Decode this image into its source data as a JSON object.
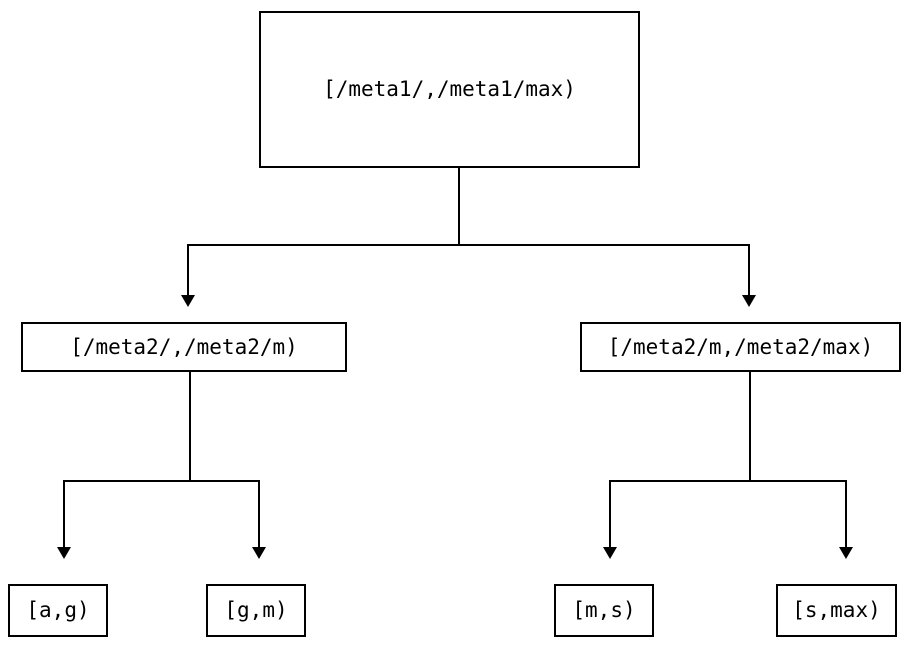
{
  "diagram": {
    "type": "tree",
    "title": "",
    "background_color": "#ffffff",
    "stroke_color": "#000000",
    "text_color": "#000000",
    "levels": 3,
    "nodes": {
      "root": {
        "label": "[/meta1/,/meta1/max)",
        "level": 0
      },
      "mid_left": {
        "label": "[/meta2/,/meta2/m)",
        "level": 1
      },
      "mid_right": {
        "label": "[/meta2/m,/meta2/max)",
        "level": 1
      },
      "leaf_1": {
        "label": "[a,g)",
        "level": 2
      },
      "leaf_2": {
        "label": "[g,m)",
        "level": 2
      },
      "leaf_3": {
        "label": "[m,s)",
        "level": 2
      },
      "leaf_4": {
        "label": "[s,max)",
        "level": 2
      }
    },
    "edges": [
      {
        "from": "root",
        "to": "mid_left",
        "arrow": "down-triangle"
      },
      {
        "from": "root",
        "to": "mid_right",
        "arrow": "down-triangle"
      },
      {
        "from": "mid_left",
        "to": "leaf_1",
        "arrow": "down-triangle"
      },
      {
        "from": "mid_left",
        "to": "leaf_2",
        "arrow": "down-triangle"
      },
      {
        "from": "mid_right",
        "to": "leaf_3",
        "arrow": "down-triangle"
      },
      {
        "from": "mid_right",
        "to": "leaf_4",
        "arrow": "down-triangle"
      }
    ]
  }
}
